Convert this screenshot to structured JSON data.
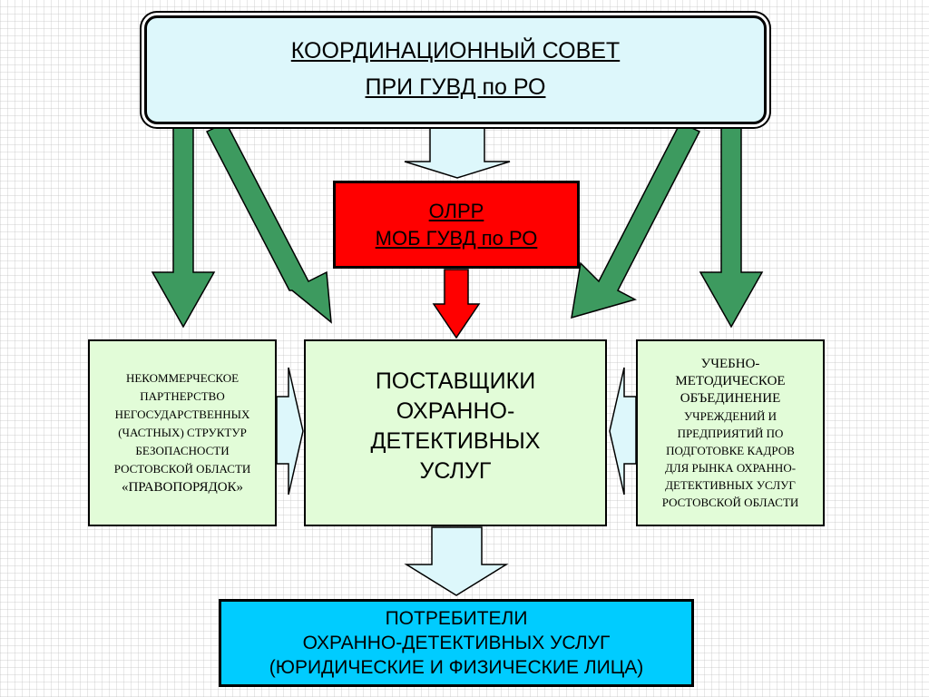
{
  "council": {
    "line1": "КООРДИНАЦИОННЫЙ СОВЕТ",
    "line2": "ПРИ ГУВД по РО"
  },
  "olrr": {
    "line1": "ОЛРР",
    "line2": "МОБ ГУВД по РО"
  },
  "partnership": {
    "lines": [
      "НЕКОММЕРЧЕСКОЕ",
      "ПАРТНЕРСТВО",
      "НЕГОСУДАРСТВЕННЫХ",
      "(ЧАСТНЫХ) СТРУКТУР",
      "БЕЗОПАСНОСТИ",
      "РОСТОВСКОЙ ОБЛАСТИ",
      "«ПРАВОПОРЯДОК»"
    ]
  },
  "suppliers": {
    "lines": [
      "ПОСТАВЩИКИ",
      "ОХРАННО-",
      "ДЕТЕКТИВНЫХ",
      "УСЛУГ"
    ]
  },
  "association": {
    "lines": [
      "УЧЕБНО-",
      "МЕТОДИЧЕСКОЕ",
      "ОБЪЕДИНЕНИЕ",
      "УЧРЕЖДЕНИЙ И",
      "ПРЕДПРИЯТИЙ ПО",
      "ПОДГОТОВКЕ КАДРОВ",
      "ДЛЯ РЫНКА ОХРАННО-",
      "ДЕТЕКТИВНЫХ УСЛУГ",
      "РОСТОВСКОЙ ОБЛАСТИ"
    ]
  },
  "consumers": {
    "lines": [
      "ПОТРЕБИТЕЛИ",
      "ОХРАННО-ДЕТЕКТИВНЫХ УСЛУГ",
      "(ЮРИДИЧЕСКИЕ И ФИЗИЧЕСКИЕ ЛИЦА)"
    ]
  },
  "colors": {
    "green_arrow": "#3d9a5f",
    "light_blue_arrow": "#ddf7fb",
    "red_arrow": "#ff0000",
    "box_green": "#e2fcd8",
    "council_fill": "#ddf7fb",
    "consumers_fill": "#00ccff"
  }
}
